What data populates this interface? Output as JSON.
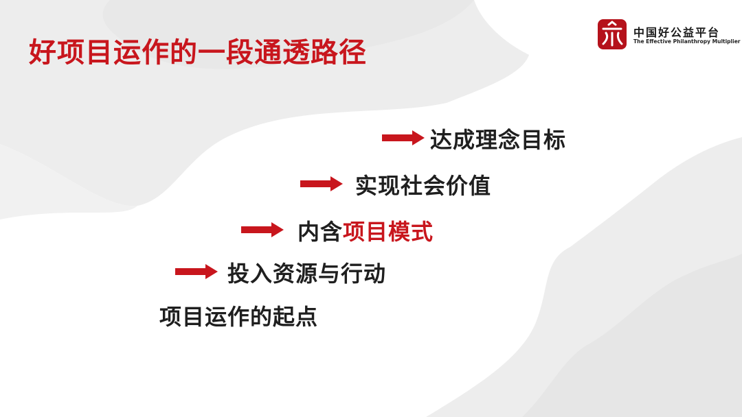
{
  "slide": {
    "title": "好项目运作的一段通透路径",
    "logo": {
      "name_cn": "中国好公益平台",
      "name_en": "The Effective Philanthropy Multiplier"
    },
    "steps": [
      {
        "text": "达成理念目标"
      },
      {
        "text": "实现社会价值"
      },
      {
        "text_plain": "内含",
        "text_highlight": "项目模式"
      },
      {
        "text": "投入资源与行动"
      }
    ],
    "origin": "项目运作的起点",
    "colors": {
      "accent": "#c8161d",
      "text": "#1f1f1f",
      "background_shape": "#ececec"
    }
  }
}
